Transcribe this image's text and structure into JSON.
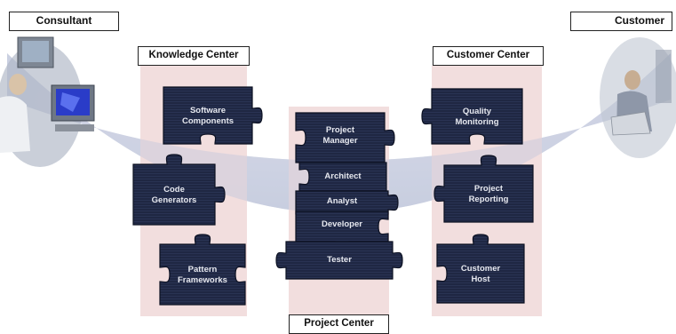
{
  "colors": {
    "arc": "#c9cfe0",
    "column": "#f0d8d8",
    "piece": "#1f2743",
    "piece_edge": "#0c1122",
    "piece_text": "#e6e8ef"
  },
  "labels": {
    "consultant": "Consultant",
    "customer": "Customer",
    "knowledge_center": "Knowledge Center",
    "customer_center": "Customer Center",
    "project_center": "Project Center"
  },
  "icons": {
    "consultant": "consultant-at-computer-photo",
    "customer": "customer-at-laptop-photo"
  },
  "knowledge_pieces": [
    [
      "Software",
      "Components"
    ],
    [
      "Code",
      "Generators"
    ],
    [
      "Pattern",
      "Frameworks"
    ]
  ],
  "project_pieces": [
    [
      "Project",
      "Manager"
    ],
    [
      "Architect"
    ],
    [
      "Analyst"
    ],
    [
      "Developer"
    ],
    [
      "Tester"
    ]
  ],
  "customer_pieces": [
    [
      "Quality",
      "Monitoring"
    ],
    [
      "Project",
      "Reporting"
    ],
    [
      "Customer",
      "Host"
    ]
  ]
}
